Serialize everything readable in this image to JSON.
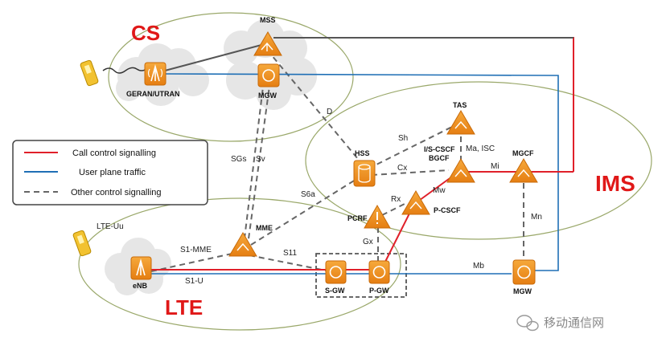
{
  "domains": {
    "cs": "CS",
    "lte": "LTE",
    "ims": "IMS"
  },
  "nodes": {
    "geran": "GERAN/UTRAN",
    "mss": "MSS",
    "mgw_cs": "MGW",
    "hss": "HSS",
    "tas": "TAS",
    "iscscf": "I/S-CSCF",
    "bgcf": "BGCF",
    "mgcf": "MGCF",
    "pcscf": "P-CSCF",
    "pcrf": "PCRF",
    "mme": "MME",
    "enb": "eNB",
    "sgw": "S-GW",
    "pgw": "P-GW",
    "mgw_ims": "MGW"
  },
  "interfaces": {
    "d": "D",
    "sh": "Sh",
    "ma_isc": "Ma, ISC",
    "cx": "Cx",
    "mi": "Mi",
    "mw": "Mw",
    "rx": "Rx",
    "mn": "Mn",
    "sgs": "SGs",
    "sv": "Sv",
    "s6a": "S6a",
    "gx": "Gx",
    "lte_uu": "LTE-Uu",
    "s1_mme": "S1-MME",
    "s11": "S11",
    "s1_u": "S1-U",
    "mb": "Mb"
  },
  "legend": {
    "call_control": "Call control signalling",
    "user_plane": "User plane traffic",
    "other_control": "Other control signalling"
  },
  "colors": {
    "call_control": "#e0202a",
    "user_plane": "#1f6fb5",
    "other_control": "#666666",
    "node": "#f0901e",
    "domain_outline": "#9aa86a"
  },
  "watermark": "移动通信网"
}
